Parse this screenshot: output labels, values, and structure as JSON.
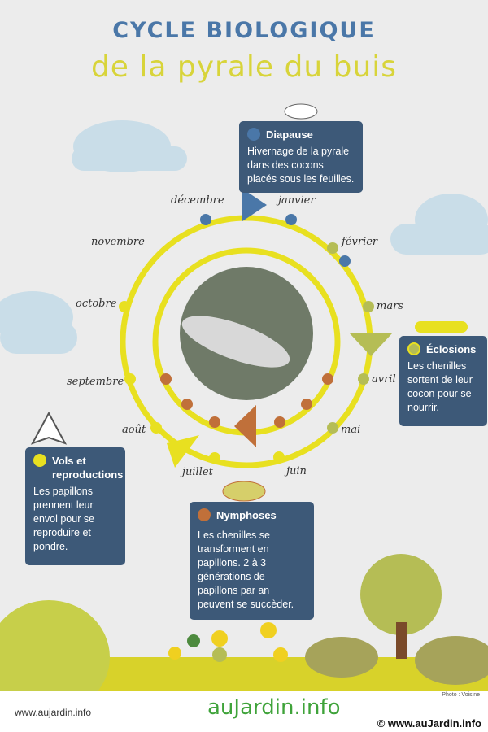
{
  "header": {
    "title": "CYCLE BIOLOGIQUE",
    "subtitle": "de la pyrale du buis"
  },
  "months": [
    "janvier",
    "février",
    "mars",
    "avril",
    "mai",
    "juin",
    "juillet",
    "août",
    "septembre",
    "octobre",
    "novembre",
    "décembre"
  ],
  "stages": [
    {
      "title": "Diapause",
      "text": "Hivernage de la pyrale dans des cocons placés sous les feuilles.",
      "color": "#4a77a8"
    },
    {
      "title": "Éclosions",
      "text": "Les chenilles sortent de leur cocon pour se nourrir.",
      "color": "#b5bd55"
    },
    {
      "title": "Nymphoses",
      "text": "Les chenilles se transforment en papillons. 2 à 3 générations de papillons par an peuvent se succèder.",
      "color": "#c0703a"
    },
    {
      "title": "Vols et reproductions",
      "text": "Les papillons prennent leur envol pour se reproduire et pondre.",
      "color": "#e8e020"
    }
  ],
  "footer": {
    "url": "www.aujardin.info",
    "logo": "auJardin.info",
    "credit": "Photo : Voisine",
    "copyright": "© www.auJardin.info"
  }
}
